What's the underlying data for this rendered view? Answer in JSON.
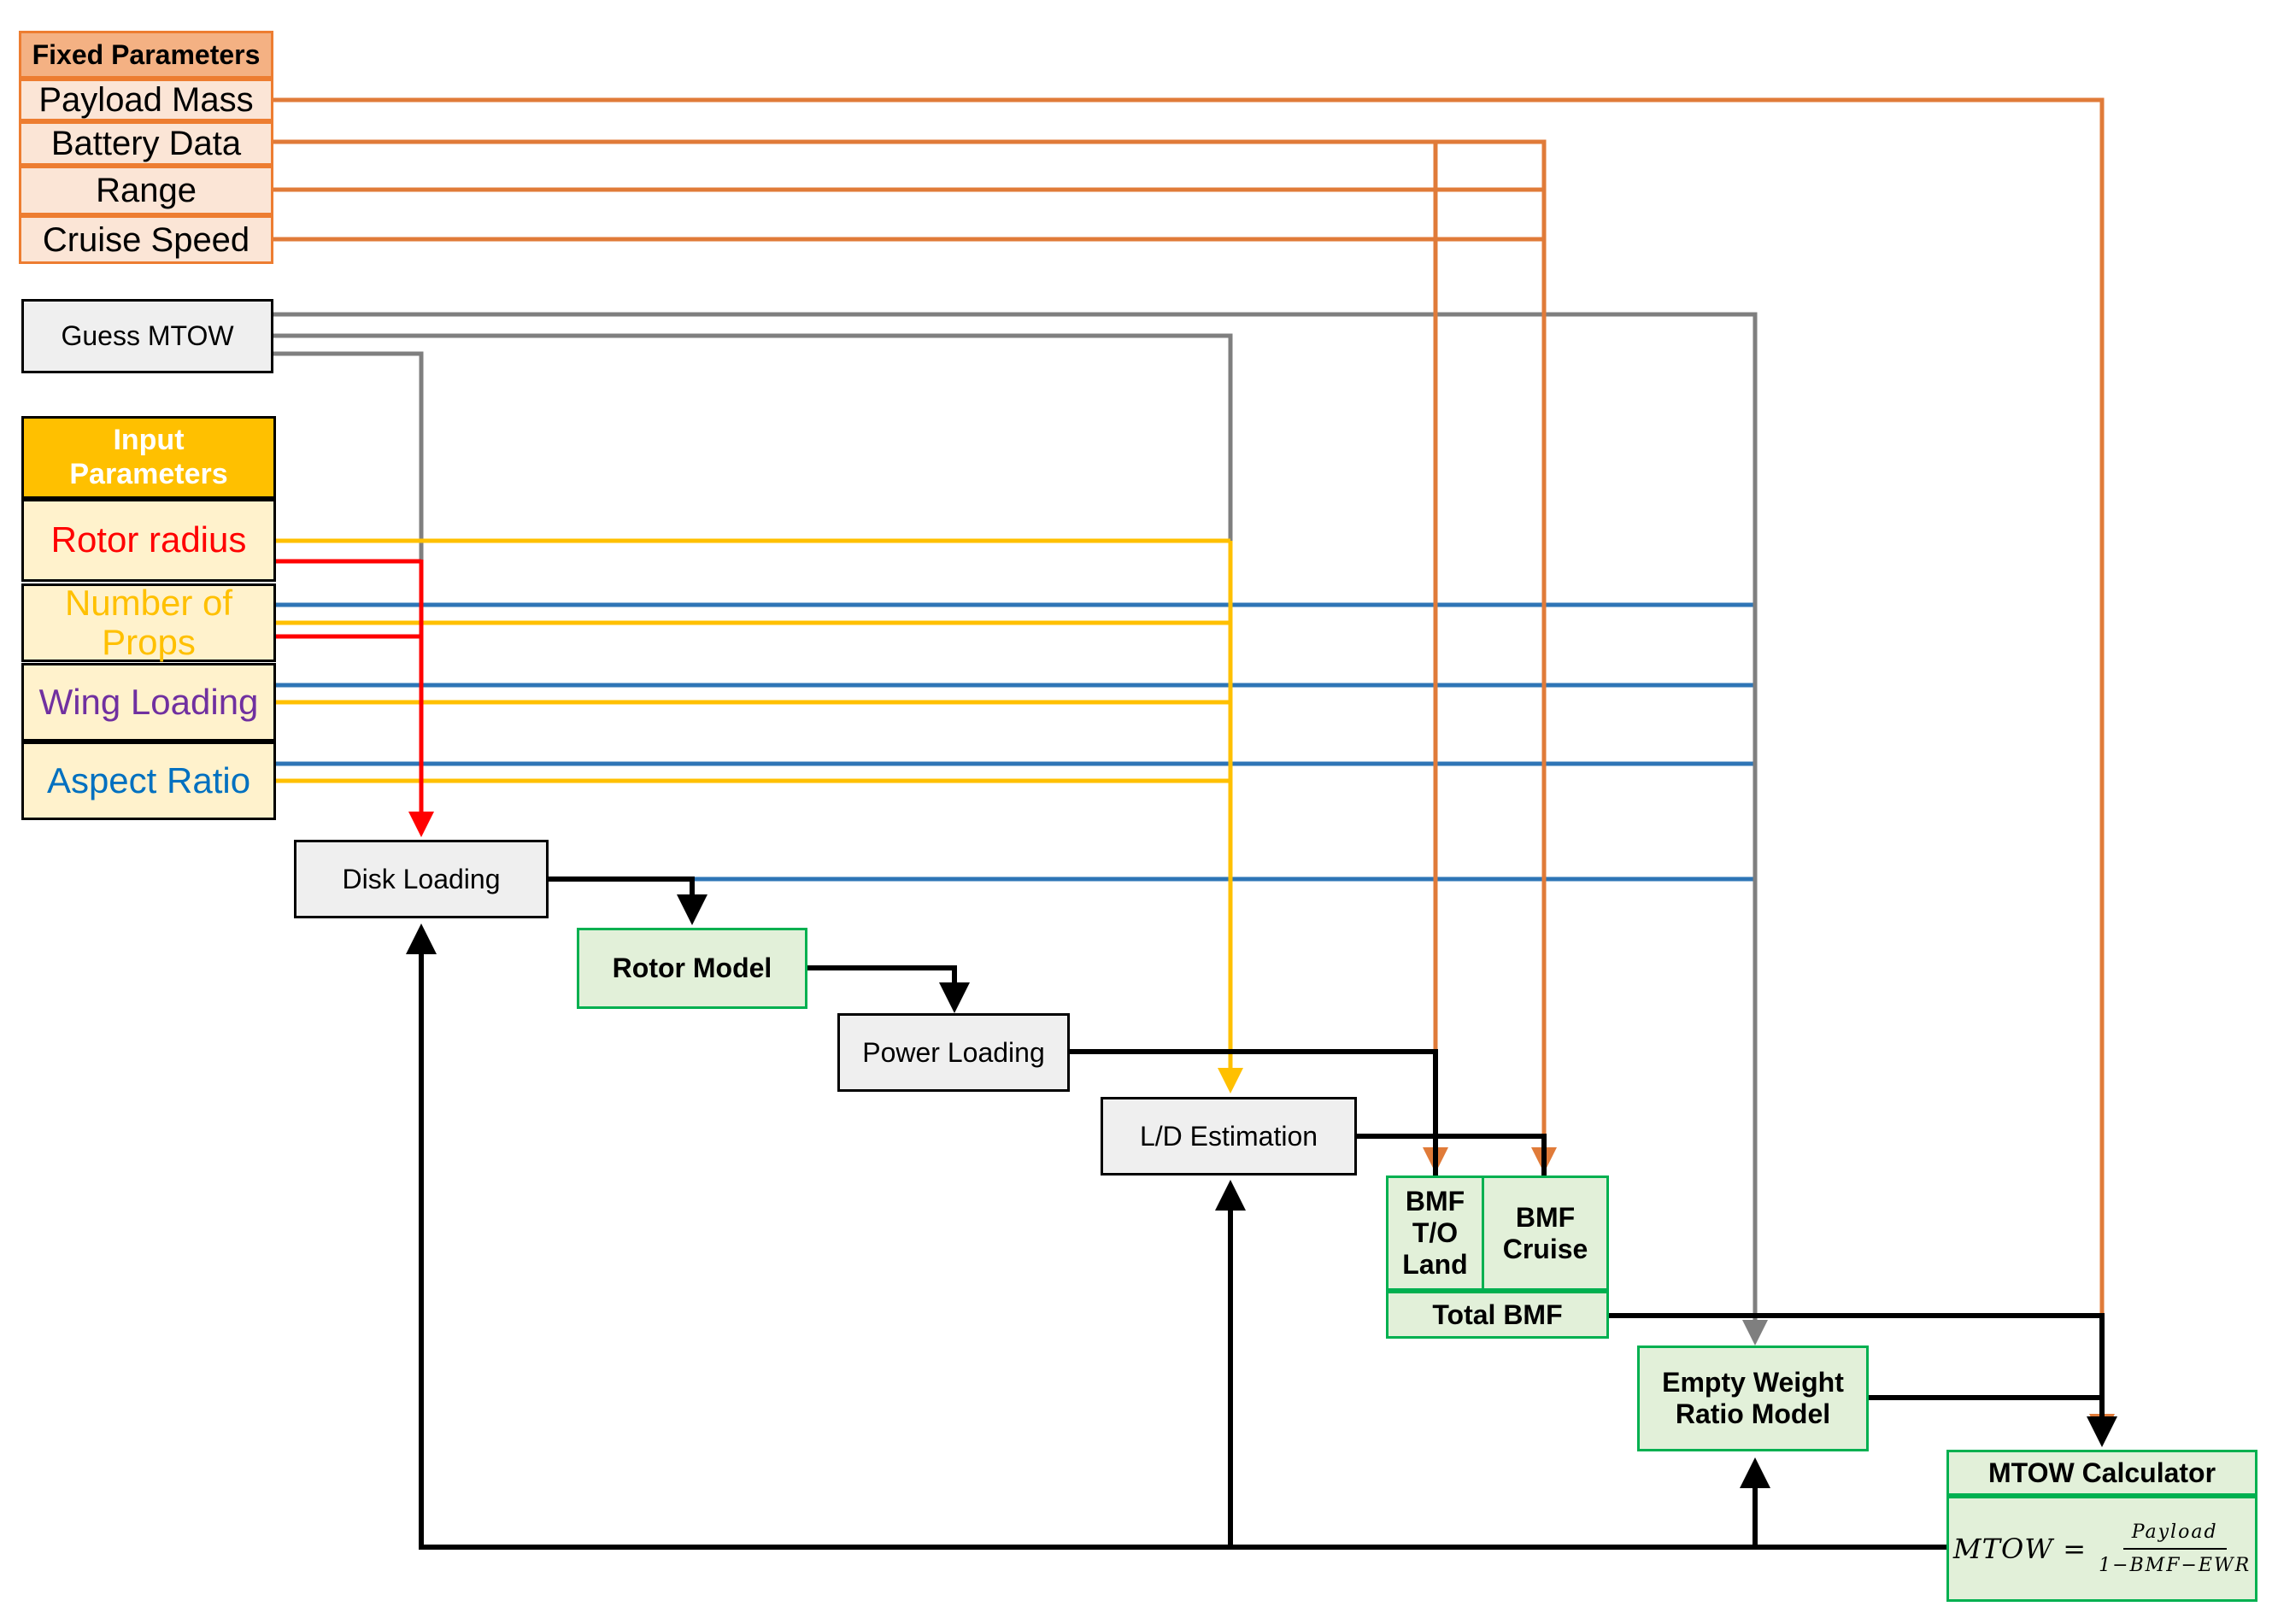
{
  "fixed_parameters": {
    "header": "Fixed Parameters",
    "items": [
      "Payload Mass",
      "Battery Data",
      "Range",
      "Cruise Speed"
    ]
  },
  "guess_mtow": "Guess MTOW",
  "input_parameters": {
    "header": "Input Parameters",
    "items": [
      "Rotor radius",
      "Number of Props",
      "Wing Loading",
      "Aspect Ratio"
    ]
  },
  "blocks": {
    "disk_loading": "Disk Loading",
    "rotor_model": "Rotor Model",
    "power_loading": "Power Loading",
    "ld_estimation": "L/D Estimation",
    "bmf_to_land": "BMF T/O Land",
    "bmf_cruise": "BMF Cruise",
    "total_bmf": "Total BMF",
    "empty_weight_ratio": "Empty Weight Ratio Model",
    "mtow_calculator": "MTOW Calculator"
  },
  "formula": {
    "lhs": "MTOW =",
    "numerator": "Payload",
    "denominator": "1−BMF−EWR"
  },
  "colors": {
    "fixed": "#ed7d31",
    "guess": "#7f7f7f",
    "rotor_radius": "#ff0000",
    "number_of_props": "#ffc000",
    "wing_loading": "#7030a0",
    "aspect_ratio": "#0070c0",
    "blue_line": "#2e75b6",
    "yellow_line": "#ffc000",
    "flow": "#000000"
  }
}
